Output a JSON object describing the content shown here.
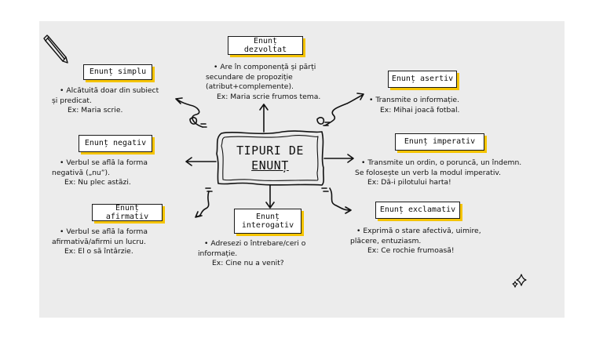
{
  "center": {
    "line1": "TIPURI DE",
    "line2": "ENUNȚ"
  },
  "types": {
    "dezvoltat": {
      "title": "Enunț dezvoltat",
      "lines": [
        "• Are în componență și părți",
        "secundare de propoziție",
        "(atribut+complemente).",
        "Ex: Maria scrie frumos tema."
      ]
    },
    "simplu": {
      "title": "Enunț simplu",
      "lines": [
        "• Alcătuită doar din subiect",
        "și predicat.",
        "Ex: Maria scrie."
      ]
    },
    "asertiv": {
      "title": "Enunț asertiv",
      "lines": [
        "• Transmite o informație.",
        "Ex: Mihai joacă fotbal."
      ]
    },
    "negativ": {
      "title": "Enunț negativ",
      "lines": [
        "• Verbul se află la forma",
        "negativă („nu”).",
        "Ex: Nu plec astăzi."
      ]
    },
    "imperativ": {
      "title": "Enunț imperativ",
      "lines": [
        "• Transmite un ordin, o poruncă, un îndemn.",
        "Se folosește un verb la modul imperativ.",
        "Ex: Dă-i pilotului harta!"
      ]
    },
    "afirmativ": {
      "title": "Enunț afirmativ",
      "lines": [
        "• Verbul se află la forma",
        "afirmativă/afirmi un lucru.",
        "Ex: El o să întârzie."
      ]
    },
    "interogativ": {
      "title_line1": "Enunț",
      "title_line2": "interogativ",
      "lines": [
        "• Adresezi o întrebare/ceri o",
        "informație.",
        "Ex: Cine nu a venit?"
      ]
    },
    "exclamativ": {
      "title": "Enunț exclamativ",
      "lines": [
        "• Exprimă o stare afectivă, uimire,",
        "plăcere, entuziasm.",
        "Ex: Ce rochie frumoasă!"
      ]
    }
  },
  "colors": {
    "board": "#ececec",
    "accent_shadow": "#f5c400",
    "ink": "#111111"
  },
  "icons": [
    "pencil-icon",
    "sparkle-icon"
  ]
}
